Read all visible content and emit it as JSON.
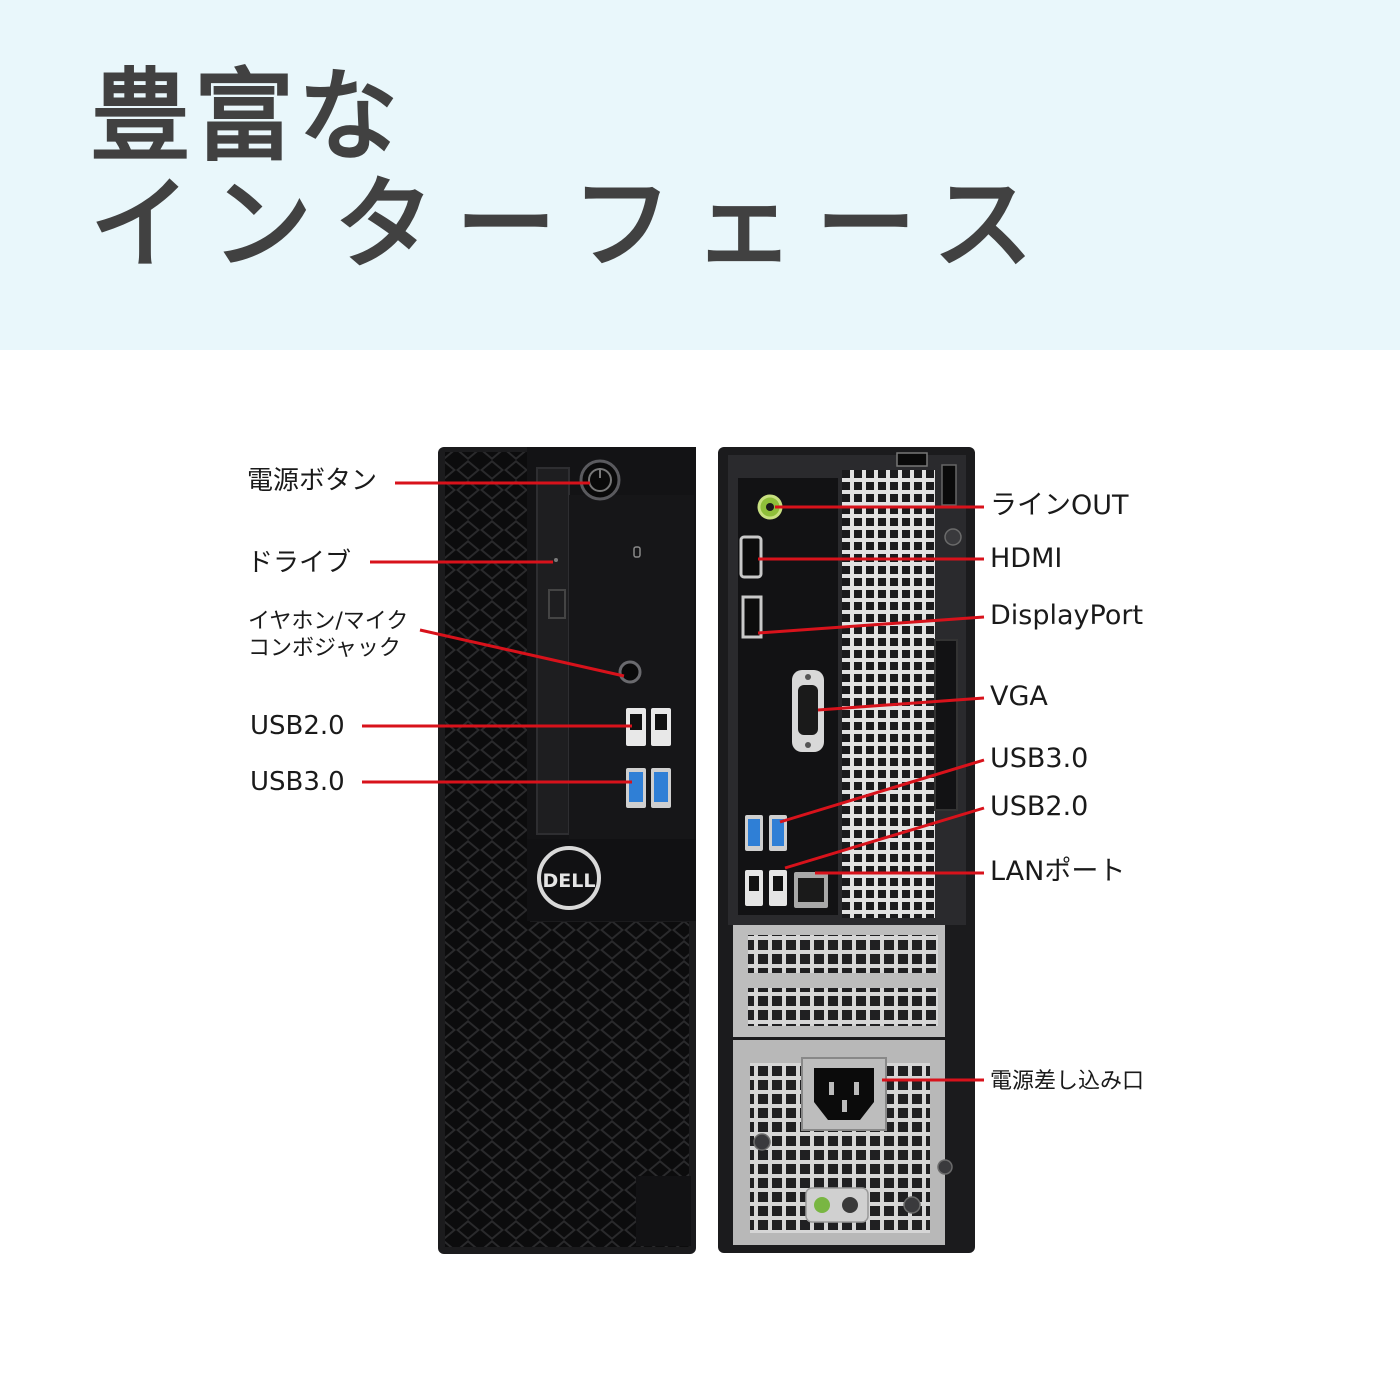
{
  "header": {
    "title_line1": "豊富な",
    "title_line2": "インターフェース"
  },
  "front_labels": {
    "power_button": "電源ボタン",
    "drive": "ドライブ",
    "audio_jack_line1": "イヤホン/マイク",
    "audio_jack_line2": "コンボジャック",
    "usb20": "USB2.0",
    "usb30": "USB3.0"
  },
  "rear_labels": {
    "line_out": "ラインOUT",
    "hdmi": "HDMI",
    "displayport": "DisplayPort",
    "vga": "VGA",
    "usb30": "USB3.0",
    "usb20": "USB2.0",
    "lan": "LANポート",
    "power_inlet": "電源差し込み口"
  },
  "logo": {
    "brand": "DELL"
  },
  "colors": {
    "header_bg": "#e9f7fb",
    "title": "#414141",
    "leader_line": "#d8121b",
    "usb3_port": "#2f7fd6",
    "case": "#1b1b1d"
  }
}
